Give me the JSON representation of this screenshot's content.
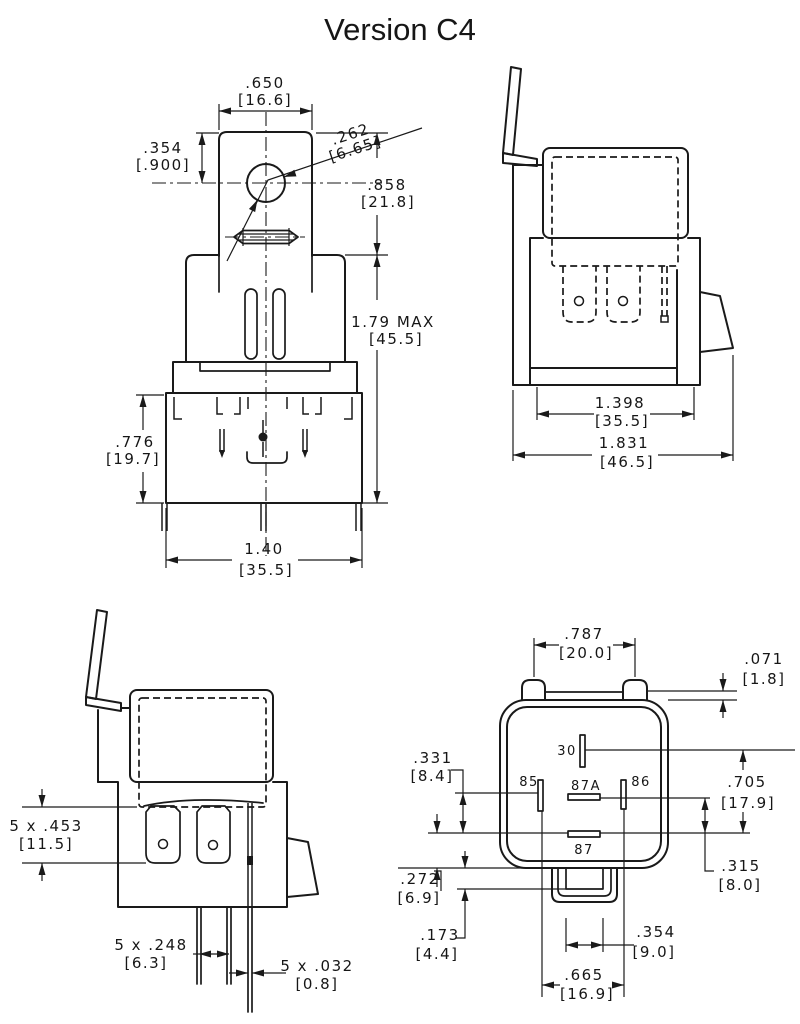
{
  "title": "Version C4",
  "front_view": {
    "tab_width": {
      "in": ".650",
      "mm": "[16.6]"
    },
    "hole_offset": {
      "in": ".354",
      "mm": "[.900]"
    },
    "hole_diameter": {
      "in": ".262",
      "mm": "[6.65]"
    },
    "tab_height": {
      "in": ".858",
      "mm": "[21.8]"
    },
    "body_height": {
      "in": "1.79 MAX",
      "mm": "[45.5]"
    },
    "base_height": {
      "in": ".776",
      "mm": "[19.7]"
    },
    "base_width": {
      "in": "1.40",
      "mm": "[35.5]"
    }
  },
  "side_view": {
    "body_depth": {
      "in": "1.398",
      "mm": "[35.5]"
    },
    "overall_depth": {
      "in": "1.831",
      "mm": "[46.5]"
    }
  },
  "section_view": {
    "terminal_height": {
      "in": "5 x .453",
      "mm": "[11.5]"
    },
    "terminal_width": {
      "in": "5 x .248",
      "mm": "[6.3]"
    },
    "terminal_thickness": {
      "in": "5 x .032",
      "mm": "[0.8]"
    }
  },
  "bottom_view": {
    "pins": {
      "pin30": "30",
      "pin85": "85",
      "pin87a": "87A",
      "pin86": "86",
      "pin87": "87"
    },
    "tab_spacing": {
      "in": ".787",
      "mm": "[20.0]"
    },
    "tab_step": {
      "in": ".071",
      "mm": "[1.8]"
    },
    "pin85_to_pin87": {
      "in": ".331",
      "mm": "[8.4]"
    },
    "pin30_to_pin87": {
      "in": ".705",
      "mm": "[17.9]"
    },
    "pin87a_to_pin87": {
      "in": ".315",
      "mm": "[8.0]"
    },
    "bottom_step": {
      "in": ".272",
      "mm": "[6.9]"
    },
    "key_depth": {
      "in": ".173",
      "mm": "[4.4]"
    },
    "key_width": {
      "in": ".354",
      "mm": "[9.0]"
    },
    "pin85_to_pin86": {
      "in": ".665",
      "mm": "[16.9]"
    }
  }
}
